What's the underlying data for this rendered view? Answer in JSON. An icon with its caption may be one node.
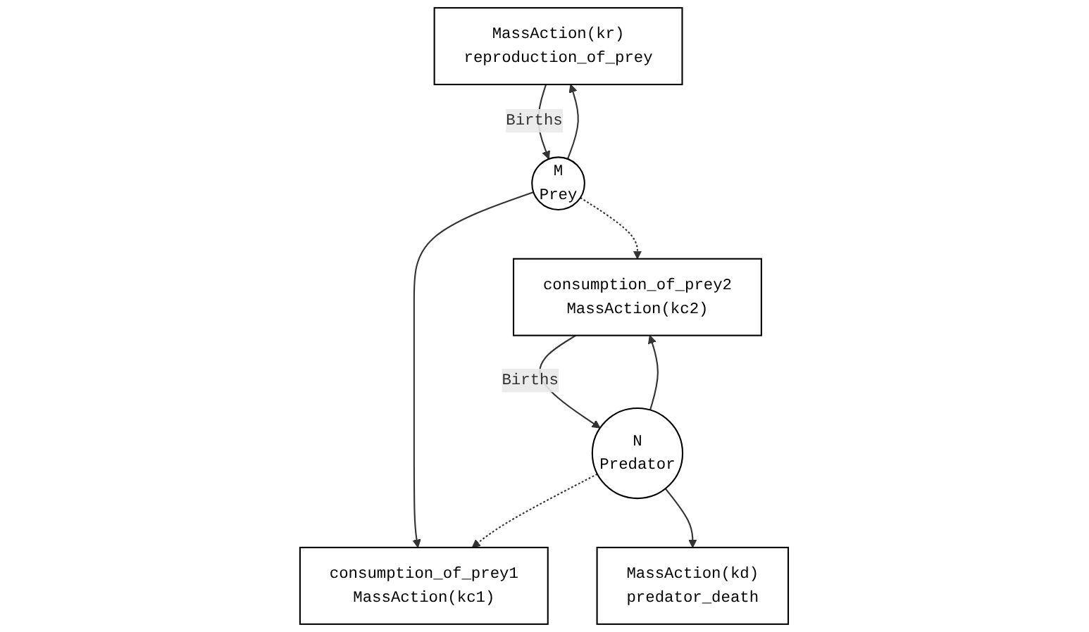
{
  "diagram": {
    "nodes": [
      {
        "text": [
          "MassAction(kr)",
          "reproduction_of_prey"
        ]
      },
      {
        "text": [
          "MassAction(kd)",
          "predator_death"
        ]
      },
      {
        "text": [
          "M",
          "Prey"
        ]
      },
      {
        "text": [
          "N",
          "Predator"
        ]
      },
      {
        "text": [
          "consumption_of_prey1",
          "MassAction(kc1)"
        ]
      },
      {
        "text": [
          "consumption_of_prey2",
          "MassAction(kc2)"
        ]
      }
    ],
    "edges": [
      {
        "from": 0,
        "to": 2,
        "arrow": "to",
        "label": "Births"
      },
      {
        "from": 2,
        "to": 0,
        "arrow": "to"
      },
      {
        "from": 3,
        "to": 1,
        "arrow": "to"
      },
      {
        "from": 2,
        "to": 4,
        "arrow": "to"
      },
      {
        "from": 2,
        "to": 5,
        "arrow": "to",
        "style": "dashed"
      },
      {
        "from": 3,
        "to": 4,
        "arrow": "to",
        "style": "dashed"
      },
      {
        "from": 3,
        "to": 5,
        "arrow": "to"
      },
      {
        "from": 5,
        "to": 3,
        "arrow": "to",
        "label": "Births"
      }
    ]
  }
}
